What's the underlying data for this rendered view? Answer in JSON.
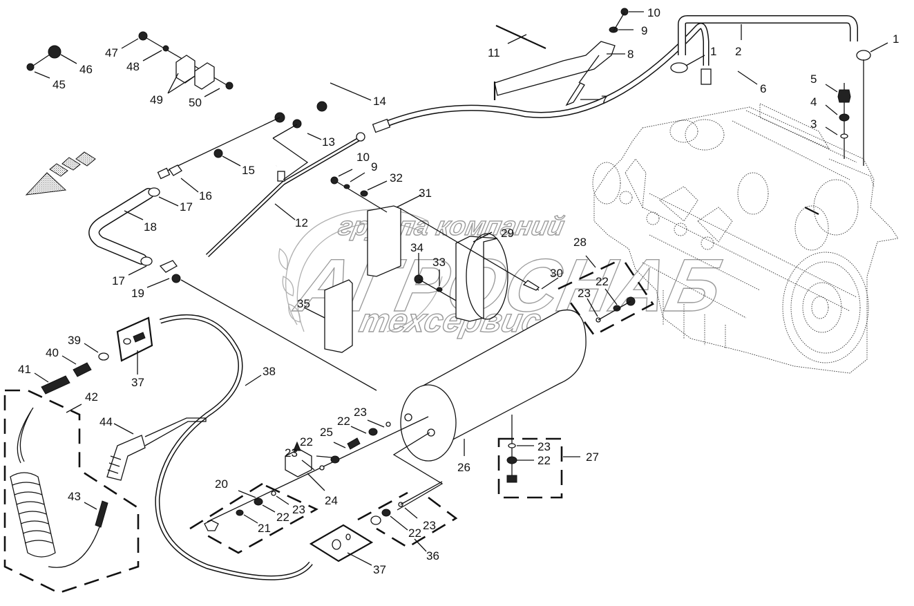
{
  "diagram": {
    "type": "exploded-parts-diagram",
    "subject": "Engine air/pneumatic line assembly with air tank, blow gun and coil hose",
    "direction_arrow": "front-direction-arrow",
    "watermark": {
      "line1": "группа компаний",
      "line2": "АГРОСНАБ",
      "line3": "техсервис"
    },
    "callouts": [
      {
        "id": "c1a",
        "label": "1"
      },
      {
        "id": "c1b",
        "label": "1"
      },
      {
        "id": "c2",
        "label": "2"
      },
      {
        "id": "c3",
        "label": "3"
      },
      {
        "id": "c4",
        "label": "4"
      },
      {
        "id": "c5",
        "label": "5"
      },
      {
        "id": "c6",
        "label": "6"
      },
      {
        "id": "c7",
        "label": "7"
      },
      {
        "id": "c8",
        "label": "8"
      },
      {
        "id": "c9a",
        "label": "9"
      },
      {
        "id": "c9b",
        "label": "9"
      },
      {
        "id": "c10a",
        "label": "10"
      },
      {
        "id": "c10b",
        "label": "10"
      },
      {
        "id": "c11",
        "label": "11"
      },
      {
        "id": "c12",
        "label": "12"
      },
      {
        "id": "c13",
        "label": "13"
      },
      {
        "id": "c14",
        "label": "14"
      },
      {
        "id": "c15",
        "label": "15"
      },
      {
        "id": "c16",
        "label": "16"
      },
      {
        "id": "c17a",
        "label": "17"
      },
      {
        "id": "c17b",
        "label": "17"
      },
      {
        "id": "c18",
        "label": "18"
      },
      {
        "id": "c19",
        "label": "19"
      },
      {
        "id": "c20",
        "label": "20"
      },
      {
        "id": "c21",
        "label": "21"
      },
      {
        "id": "c22a",
        "label": "22"
      },
      {
        "id": "c22b",
        "label": "22"
      },
      {
        "id": "c22c",
        "label": "22"
      },
      {
        "id": "c22d",
        "label": "22"
      },
      {
        "id": "c22e",
        "label": "22"
      },
      {
        "id": "c22f",
        "label": "22"
      },
      {
        "id": "c23a",
        "label": "23"
      },
      {
        "id": "c23b",
        "label": "23"
      },
      {
        "id": "c23c",
        "label": "23"
      },
      {
        "id": "c23d",
        "label": "23"
      },
      {
        "id": "c23e",
        "label": "23"
      },
      {
        "id": "c23f",
        "label": "23"
      },
      {
        "id": "c24",
        "label": "24"
      },
      {
        "id": "c25",
        "label": "25"
      },
      {
        "id": "c26",
        "label": "26"
      },
      {
        "id": "c27",
        "label": "27"
      },
      {
        "id": "c28",
        "label": "28"
      },
      {
        "id": "c29",
        "label": "29"
      },
      {
        "id": "c30",
        "label": "30"
      },
      {
        "id": "c31",
        "label": "31"
      },
      {
        "id": "c32",
        "label": "32"
      },
      {
        "id": "c33",
        "label": "33"
      },
      {
        "id": "c34",
        "label": "34"
      },
      {
        "id": "c35",
        "label": "35"
      },
      {
        "id": "c36",
        "label": "36"
      },
      {
        "id": "c37a",
        "label": "37"
      },
      {
        "id": "c37b",
        "label": "37"
      },
      {
        "id": "c38",
        "label": "38"
      },
      {
        "id": "c39",
        "label": "39"
      },
      {
        "id": "c40",
        "label": "40"
      },
      {
        "id": "c41",
        "label": "41"
      },
      {
        "id": "c42",
        "label": "42"
      },
      {
        "id": "c43",
        "label": "43"
      },
      {
        "id": "c44",
        "label": "44"
      },
      {
        "id": "c45",
        "label": "45"
      },
      {
        "id": "c46",
        "label": "46"
      },
      {
        "id": "c47",
        "label": "47"
      },
      {
        "id": "c48",
        "label": "48"
      },
      {
        "id": "c49",
        "label": "49"
      },
      {
        "id": "c50",
        "label": "50"
      }
    ]
  }
}
